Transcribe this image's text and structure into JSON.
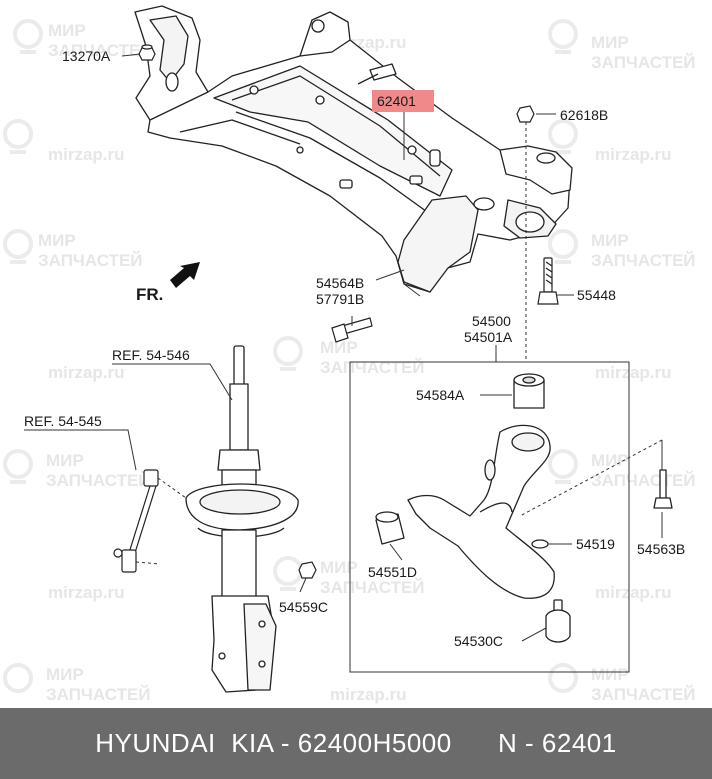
{
  "watermark": {
    "line1": "МИР",
    "line2": "ЗАПЧАСТЕЙ",
    "site": "mirzap.ru"
  },
  "direction_label": "FR.",
  "labels": {
    "p13270A": "13270A",
    "p62401": "62401",
    "p62618B": "62618B",
    "p54564B": "54564B",
    "p57791B": "57791B",
    "p55448": "55448",
    "p54500": "54500",
    "p54501A": "54501A",
    "ref546": "REF. 54-546",
    "ref545": "REF. 54-545",
    "p54584A": "54584A",
    "p54519": "54519",
    "p54551D": "54551D",
    "p54563B": "54563B",
    "p54559C": "54559C",
    "p54530C": "54530C"
  },
  "highlight_color": "#f08a8a",
  "footer": {
    "text": "HYUNDAI  KIA - 62400H5000      N - 62401"
  }
}
